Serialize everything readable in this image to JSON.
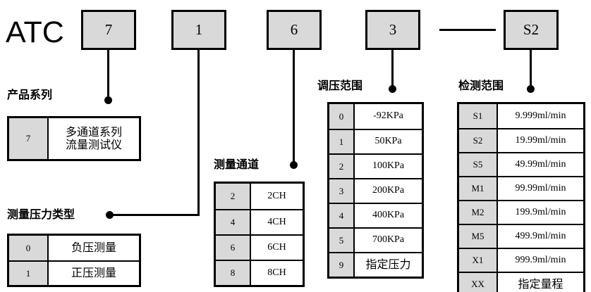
{
  "diagram": {
    "prefix": "ATC",
    "dash_separator": "—",
    "code_boxes": [
      {
        "value": "7"
      },
      {
        "value": "1"
      },
      {
        "value": "6"
      },
      {
        "value": "3"
      },
      {
        "value": "S2"
      }
    ]
  },
  "sections": {
    "product_series": {
      "heading": "产品系列",
      "rows": [
        {
          "key": "7",
          "value": "多通道系列\n流量测试仪",
          "cjk": true
        }
      ]
    },
    "pressure_type": {
      "heading": "测量压力类型",
      "rows": [
        {
          "key": "0",
          "value": "负压测量",
          "cjk": true
        },
        {
          "key": "1",
          "value": "正压测量",
          "cjk": true
        }
      ]
    },
    "measurement_channel": {
      "heading": "测量通道",
      "rows": [
        {
          "key": "2",
          "value": "2CH",
          "cjk": false
        },
        {
          "key": "4",
          "value": "4CH",
          "cjk": false
        },
        {
          "key": "6",
          "value": "6CH",
          "cjk": false
        },
        {
          "key": "8",
          "value": "8CH",
          "cjk": false
        }
      ]
    },
    "pressure_range": {
      "heading": "调压范围",
      "rows": [
        {
          "key": "0",
          "value": "-92KPa",
          "cjk": false
        },
        {
          "key": "1",
          "value": "50KPa",
          "cjk": false
        },
        {
          "key": "2",
          "value": "100KPa",
          "cjk": false
        },
        {
          "key": "3",
          "value": "200KPa",
          "cjk": false
        },
        {
          "key": "4",
          "value": "400KPa",
          "cjk": false
        },
        {
          "key": "5",
          "value": "700KPa",
          "cjk": false
        },
        {
          "key": "9",
          "value": "指定压力",
          "cjk": true
        }
      ]
    },
    "detection_range": {
      "heading": "检测范围",
      "rows": [
        {
          "key": "S1",
          "value": "9.999ml/min",
          "cjk": false
        },
        {
          "key": "S2",
          "value": "19.99ml/min",
          "cjk": false
        },
        {
          "key": "S5",
          "value": "49.99ml/min",
          "cjk": false
        },
        {
          "key": "M1",
          "value": "99.99ml/min",
          "cjk": false
        },
        {
          "key": "M2",
          "value": "199.9ml/min",
          "cjk": false
        },
        {
          "key": "M5",
          "value": "499.9ml/min",
          "cjk": false
        },
        {
          "key": "X1",
          "value": "999.9ml/min",
          "cjk": false
        },
        {
          "key": "XX",
          "value": "指定量程",
          "cjk": true
        }
      ]
    }
  },
  "colors": {
    "box_fill": "#d9d9d9",
    "line": "#000000",
    "background": "#ffffff"
  }
}
